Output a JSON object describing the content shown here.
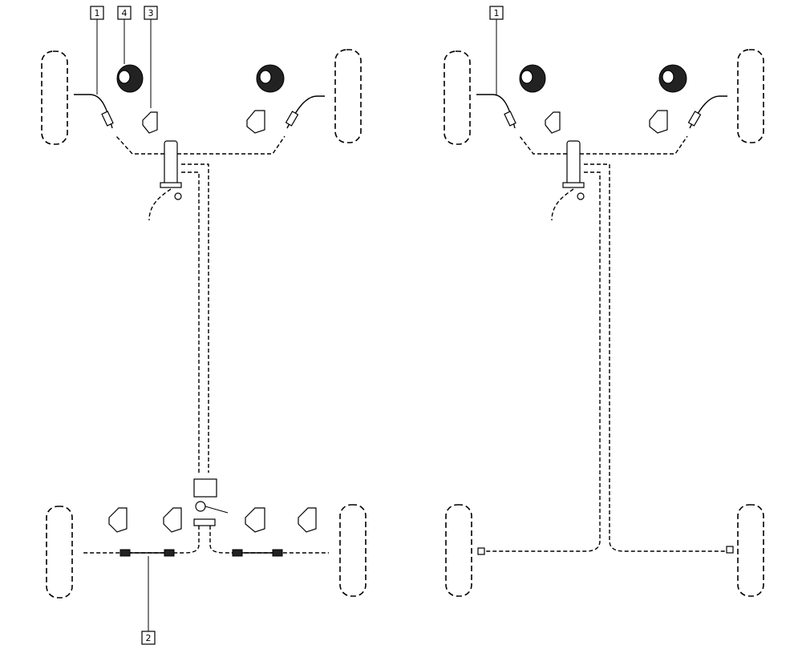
{
  "callouts": {
    "left": [
      {
        "id": "c1",
        "label": "1"
      },
      {
        "id": "c4",
        "label": "4"
      },
      {
        "id": "c3",
        "label": "3"
      },
      {
        "id": "c2",
        "label": "2"
      }
    ],
    "right": [
      {
        "id": "c1r",
        "label": "1"
      }
    ]
  }
}
